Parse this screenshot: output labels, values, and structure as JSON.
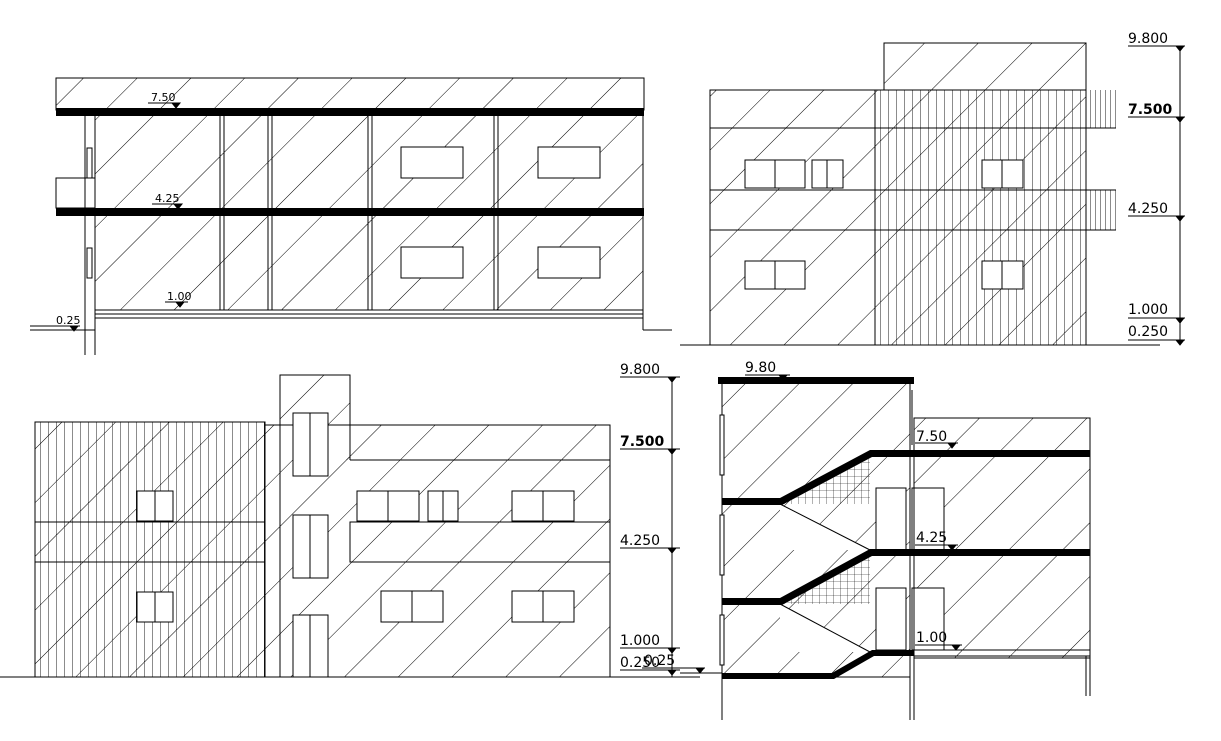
{
  "elevation_front": {
    "labels": [
      "7.50",
      "4.25",
      "1.00",
      "0.25"
    ]
  },
  "elevation_side": {
    "labels": [
      "9.800",
      "7.500",
      "4.250",
      "1.000",
      "0.250"
    ]
  },
  "elevation_rear": {
    "labels": [
      "9.800",
      "7.500",
      "4.250",
      "1.000",
      "0.250"
    ]
  },
  "section": {
    "labels": [
      "9.80",
      "7.50",
      "4.25",
      "1.00",
      "0.25"
    ]
  },
  "colors": {
    "line": "#000000",
    "background": "#ffffff"
  }
}
